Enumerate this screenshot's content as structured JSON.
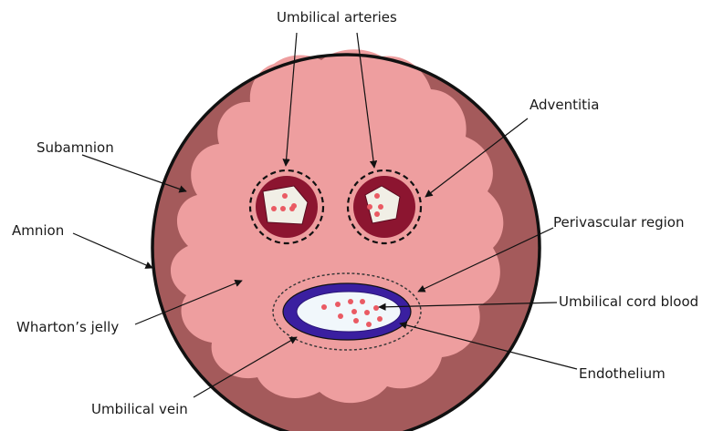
{
  "labels": {
    "umbilical_arteries": "Umbilical arteries",
    "adventitia": "Adventitia",
    "subamnion": "Subamnion",
    "amnion": "Amnion",
    "perivascular_region": "Perivascular region",
    "whartons_jelly": "Wharton’s jelly",
    "umbilical_cord_blood": "Umbilical cord blood",
    "endothelium": "Endothelium",
    "umbilical_vein": "Umbilical vein"
  },
  "colors": {
    "amnion_ring": "#a45a5b",
    "jelly": "#ee9e9f",
    "artery_wall": "#8c1530",
    "artery_lumen": "#f1efe6",
    "vein_wall": "#3a1fa0",
    "vein_lumen": "#f1f7fb",
    "blood_cell": "#ea5a63",
    "outline": "#111111"
  }
}
